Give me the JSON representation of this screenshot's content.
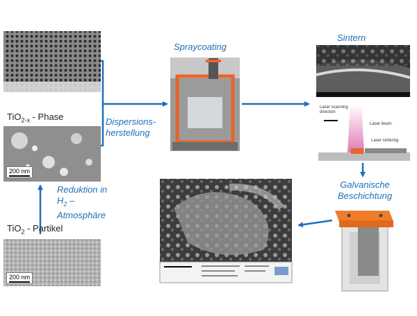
{
  "process": {
    "step_reduction": {
      "line1": "Reduktion in",
      "h2": "H",
      "h2_sub": "2",
      "dash": " –",
      "line3": "Atmosphäre"
    },
    "step_dispersion": {
      "line1": "Dispersions-",
      "line2": "herstellung"
    },
    "step_spray": "Spraycoating",
    "step_sinter": "Sintern",
    "step_galvanic": {
      "line1": "Galvanische",
      "line2": "Beschichtung"
    }
  },
  "materials": {
    "tio2x_prefix": "TiO",
    "tio2x_sub": "2-x",
    "tio2x_suffix": " - Phase",
    "tio2_prefix": "TiO",
    "tio2_sub": "2",
    "tio2_suffix": " - Partikel"
  },
  "scalebars": {
    "tio2x": "200 nm",
    "tio2": "200 nm"
  },
  "laser_labels": {
    "scanning": "Laser scanning direction",
    "beam": "Laser beam",
    "sintering": "Laser sintering"
  },
  "colors": {
    "arrow": "#1f6fb8",
    "label": "#1f6fb8",
    "frame": "#e8642a"
  }
}
